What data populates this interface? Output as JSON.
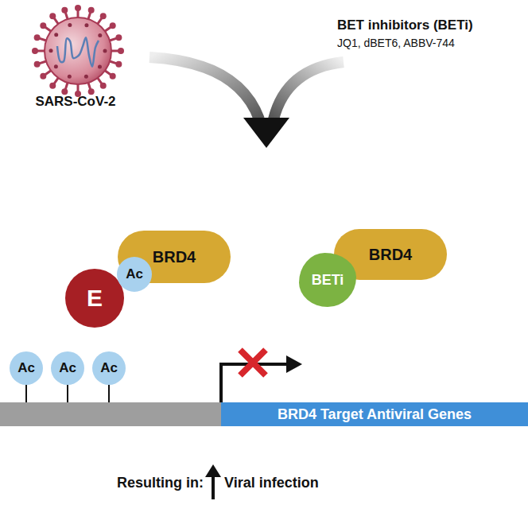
{
  "diagram": {
    "nodes": [
      {
        "text": [
          "BRD4"
        ]
      },
      {
        "text": [
          "E"
        ]
      },
      {
        "text": [
          "Ac"
        ]
      },
      {
        "text": [
          "BRD4"
        ]
      },
      {
        "text": [
          "BETi"
        ]
      },
      {
        "text": [
          "Ac"
        ]
      },
      {
        "text": [
          "Ac"
        ]
      },
      {
        "text": [
          "Ac"
        ]
      },
      {
        "text": [
          "BRD4 Target Antiviral Genes"
        ]
      }
    ],
    "labels": [
      "SARS-CoV-2",
      "BET inhibitors (BETi)",
      "JQ1, dBET6, ABBV-744",
      "Resulting in:",
      "Viral infection"
    ]
  }
}
